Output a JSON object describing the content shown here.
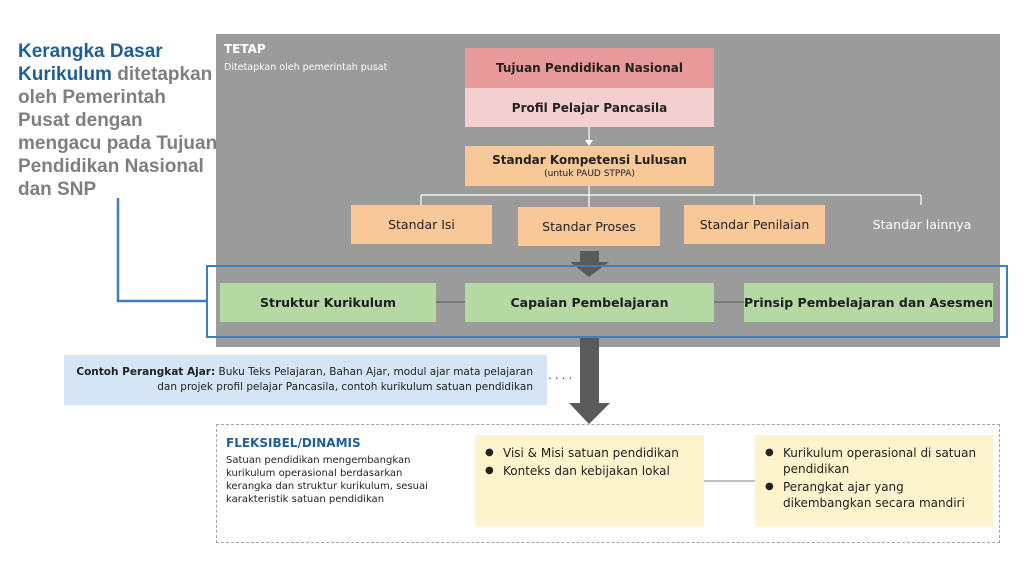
{
  "left_heading": {
    "highlight": "Kerangka Dasar Kurikulum",
    "rest": "ditetapkan oleh Pemerintah Pusat dengan mengacu pada Tujuan Pendidikan Nasional dan SNP"
  },
  "tetap": {
    "title": "TETAP",
    "subtitle": "Ditetapkan oleh pemerintah pusat",
    "tujuan": "Tujuan Pendidikan Nasional",
    "profil": "Profil Pelajar Pancasila",
    "skl": "Standar Kompetensi Lulusan",
    "skl_note": "(untuk PAUD STPPA)",
    "standar_isi": "Standar Isi",
    "standar_proses": "Standar Proses",
    "standar_penilaian": "Standar Penilaian",
    "standar_lainnya": "Standar lainnya",
    "struktur": "Struktur Kurikulum",
    "capaian": "Capaian Pembelajaran",
    "prinsip": "Prinsip Pembelajaran dan Asesmen"
  },
  "contoh": {
    "label": "Contoh Perangkat Ajar:",
    "text_line1": "Buku Teks Pelajaran, Bahan Ajar, modul ajar mata pelajaran",
    "text_line2": "dan projek profil pelajar Pancasila, contoh kurikulum satuan pendidikan",
    "dots": "...."
  },
  "fleksibel": {
    "title": "FLEKSIBEL/DINAMIS",
    "description": "Satuan pendidikan mengembangkan kurikulum operasional berdasarkan kerangka dan struktur kurikulum, sesuai karakteristik satuan pendidikan",
    "left_items": [
      "Visi & Misi satuan pendidikan",
      "Konteks dan kebijakan lokal"
    ],
    "right_items": [
      "Kurikulum operasional di satuan pendidikan",
      "Perangkat ajar yang dikembangkan secara mandiri"
    ]
  },
  "colors": {
    "panel_gray": "#9b9b9b",
    "tujuan_pink": "#e8999a",
    "profil_pink": "#f4cfcf",
    "standar_orange": "#f8c898",
    "green": "#b4d9a3",
    "frame_blue": "#3f7fbf",
    "heading_blue": "#1f5f97",
    "contoh_blue": "#d5e5f5",
    "yellow": "#fdf3cc"
  }
}
